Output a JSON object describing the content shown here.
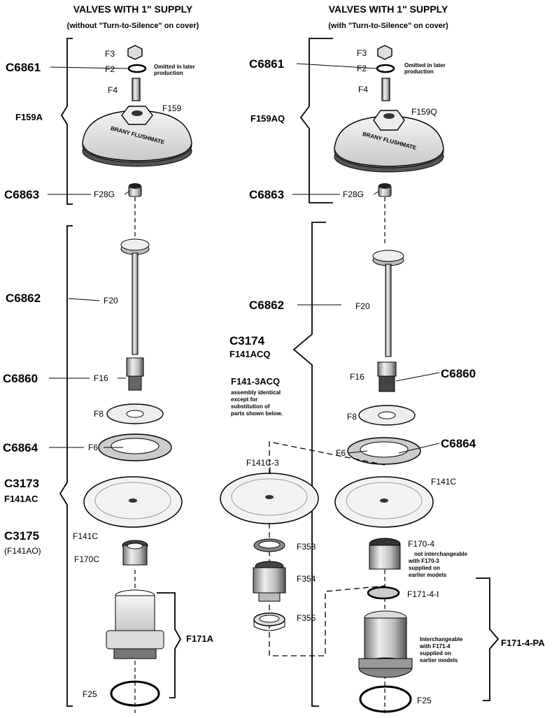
{
  "left_column": {
    "heading": "VALVES WITH 1\" SUPPLY",
    "subheading": "(without \"Turn-to-Silence\" on cover)",
    "codes": {
      "c6861": "C6861",
      "f159a": "F159A",
      "c6863": "C6863",
      "c6862": "C6862",
      "c6860": "C6860",
      "c6864": "C6864",
      "c3173": "C3173",
      "f141ac": "F141AC",
      "c3175": "C3175",
      "f141ao": "(F141AO)"
    },
    "parts": {
      "f3": "F3",
      "f2": "F2",
      "f4": "F4",
      "f159": "F159",
      "f28g": "F28G",
      "f20": "F20",
      "f16": "F16",
      "f8": "F8",
      "f6": "F6",
      "f141c": "F141C",
      "f170c": "F170C",
      "f171a": "F171A",
      "f25": "F25"
    },
    "note_line1": "Omitted in later",
    "note_line2": "production"
  },
  "right_column": {
    "heading": "VALVES WITH 1\" SUPPLY",
    "subheading": "(with \"Turn-to-Silence\" on cover)",
    "codes": {
      "c6861": "C6861",
      "f159aq": "F159AQ",
      "c6863": "C6863",
      "c6862": "C6862",
      "c3174": "C3174",
      "f141acq": "F141ACQ",
      "f141_3acq": "F141-3ACQ",
      "c6860": "C6860",
      "c6864": "C6864",
      "f171_4_pa": "F171-4-PA"
    },
    "parts": {
      "f3": "F3",
      "f2": "F2",
      "f4": "F4",
      "f159q": "F159Q",
      "f28g": "F28G",
      "f20": "F20",
      "f16": "F16",
      "f8": "F8",
      "f6": "F6",
      "f141c_3": "F141C-3",
      "f141c": "F141C",
      "f353": "F353",
      "f354": "F354",
      "f355": "F355",
      "f170_4": "F170-4",
      "f171_4_i": "F171-4-I",
      "f25": "F25"
    },
    "note_line1": "Omitted in later",
    "note_line2": "production",
    "assembly_note": [
      "assembly identical",
      "except for",
      "substitution of",
      "parts shown below."
    ],
    "f170_note": [
      "not interchangeable",
      "with F170-3",
      "supplied on",
      "earlier models"
    ],
    "f171_note": [
      "Interchangeable",
      "with F171-4",
      "supplied on",
      "earlier models"
    ]
  },
  "cover_text": "BRANY FLUSHMATE"
}
